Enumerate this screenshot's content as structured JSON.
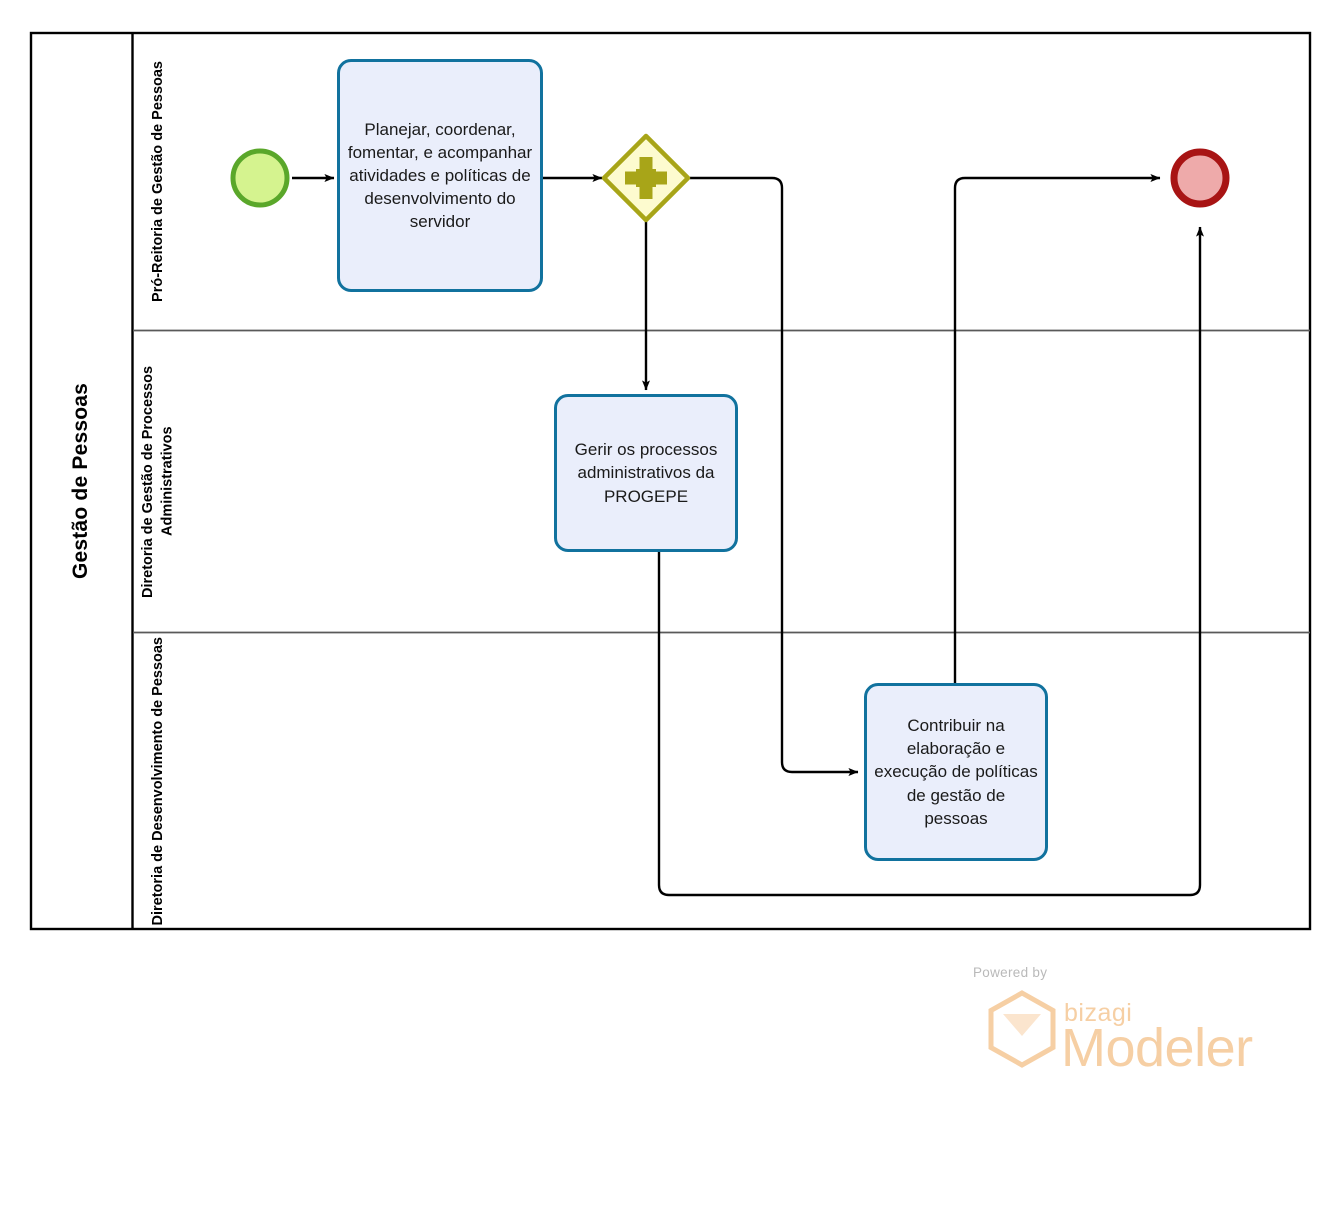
{
  "diagram": {
    "type": "bpmn-process",
    "pool": {
      "name": "Gestão de Pessoas"
    },
    "lanes": [
      {
        "id": "lane-1",
        "name": "Pró-Reitoria de Gestão de Pessoas"
      },
      {
        "id": "lane-2",
        "name": "Diretoria de Gestão de Processos Administrativos"
      },
      {
        "id": "lane-3",
        "name": "Diretoria de Desenvolvimento de Pessoas"
      }
    ],
    "nodes": [
      {
        "id": "start-event",
        "type": "start-event",
        "lane": "lane-1",
        "label": "",
        "fill": "#d5f38f",
        "stroke": "#5aa72a"
      },
      {
        "id": "task-1",
        "type": "task",
        "lane": "lane-1",
        "label": "Planejar, coordenar, fomentar, e acompanhar atividades e políticas de desenvolvimento do servidor"
      },
      {
        "id": "gateway-parallel",
        "type": "parallel-gateway",
        "lane": "lane-1",
        "label": "",
        "fill": "#fdfbcf",
        "stroke": "#a8a518"
      },
      {
        "id": "task-2",
        "type": "task",
        "lane": "lane-2",
        "label": "Gerir os processos administrativos da PROGEPE"
      },
      {
        "id": "task-3",
        "type": "task",
        "lane": "lane-3",
        "label": "Contribuir na elaboração e execução de políticas de gestão de pessoas"
      },
      {
        "id": "end-event",
        "type": "end-event",
        "lane": "lane-1",
        "label": "",
        "fill": "#eeaaaa",
        "stroke": "#a81414"
      }
    ],
    "flows": [
      {
        "from": "start-event",
        "to": "task-1"
      },
      {
        "from": "task-1",
        "to": "gateway-parallel"
      },
      {
        "from": "gateway-parallel",
        "to": "task-2"
      },
      {
        "from": "gateway-parallel",
        "to": "task-3"
      },
      {
        "from": "task-3",
        "to": "end-event"
      },
      {
        "from": "task-2",
        "to": "end-event"
      }
    ],
    "colors": {
      "task_fill": "#eaeefb",
      "task_stroke": "#11729e",
      "pool_border": "#000000",
      "lane_divider": "#595959",
      "flow_line": "#000000"
    }
  },
  "watermark": {
    "powered_by": "Powered by",
    "brand": "bizagi",
    "product": "Modeler",
    "color": "#f6cfa4"
  }
}
